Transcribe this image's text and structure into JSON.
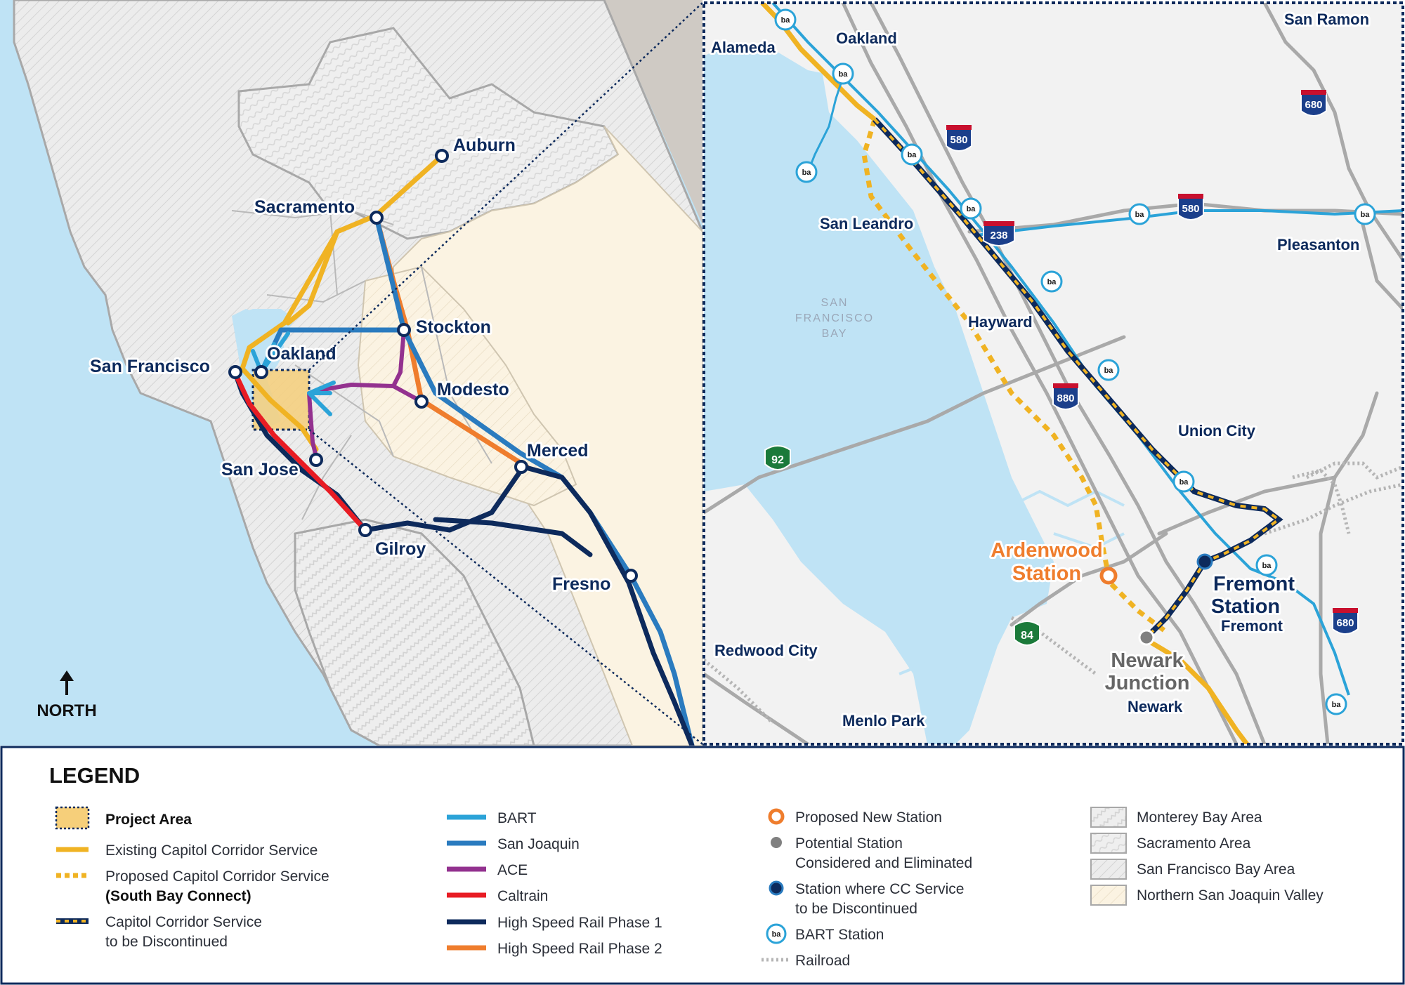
{
  "north_label": "NORTH",
  "regional_map": {
    "cities": {
      "auburn": "Auburn",
      "sacramento": "Sacramento",
      "stockton": "Stockton",
      "san_francisco": "San Francisco",
      "oakland": "Oakland",
      "modesto": "Modesto",
      "merced": "Merced",
      "san_jose": "San Jose",
      "gilroy": "Gilroy",
      "fresno": "Fresno"
    }
  },
  "inset_map": {
    "places": {
      "alameda": "Alameda",
      "oakland": "Oakland",
      "san_ramon": "San Ramon",
      "san_leandro": "San Leandro",
      "pleasanton": "Pleasanton",
      "hayward": "Hayward",
      "union_city": "Union City",
      "redwood_city": "Redwood City",
      "menlo_park": "Menlo Park",
      "newark": "Newark",
      "fremont": "Fremont"
    },
    "water_label": [
      "SAN",
      "FRANCISCO",
      "BAY"
    ],
    "stations": {
      "ardenwood": [
        "Ardenwood",
        "Station"
      ],
      "newark_junction": [
        "Newark",
        "Junction"
      ],
      "fremont_station": [
        "Fremont",
        "Station"
      ]
    },
    "highways": {
      "i580_a": "580",
      "i580_b": "580",
      "i680_a": "680",
      "i680_b": "680",
      "i880": "880",
      "i238": "238",
      "sr92": "92",
      "sr84": "84"
    },
    "bart_icon_text": "ba"
  },
  "legend": {
    "title": "LEGEND",
    "items": {
      "project_area": "Project Area",
      "existing_cc": "Existing Capitol Corridor Service",
      "proposed_cc_1": "Proposed Capitol Corridor Service",
      "proposed_cc_2": "(South Bay Connect)",
      "discontinued_1": "Capitol Corridor Service",
      "discontinued_2": "to be Discontinued",
      "bart": "BART",
      "san_joaquin": "San Joaquin",
      "ace": "ACE",
      "caltrain": "Caltrain",
      "hsr1": "High Speed Rail Phase 1",
      "hsr2": "High Speed Rail Phase 2",
      "proposed_station": "Proposed New Station",
      "potential_station_1": "Potential Station",
      "potential_station_2": "Considered and Eliminated",
      "cc_discontinued_station_1": "Station where CC Service",
      "cc_discontinued_station_2": "to be Discontinued",
      "bart_station": "BART Station",
      "railroad": "Railroad",
      "monterey": "Monterey Bay Area",
      "sacramento_area": "Sacramento Area",
      "sf_bay_area": "San Francisco Bay Area",
      "nsjv": "Northern San Joaquin Valley"
    }
  },
  "colors": {
    "water": "#bfe3f5",
    "land": "#f2f2f2",
    "valley": "#fbf3e2",
    "bart": "#2ba3d8",
    "san_joaquin": "#2a7bbf",
    "ace": "#93318f",
    "caltrain": "#e81c24",
    "hsr1": "#0d2a5c",
    "hsr2": "#ef7d2d",
    "capitol_corridor": "#f0b323",
    "proposed_station": "#ef7d2d",
    "navy": "#0d2a5c"
  }
}
